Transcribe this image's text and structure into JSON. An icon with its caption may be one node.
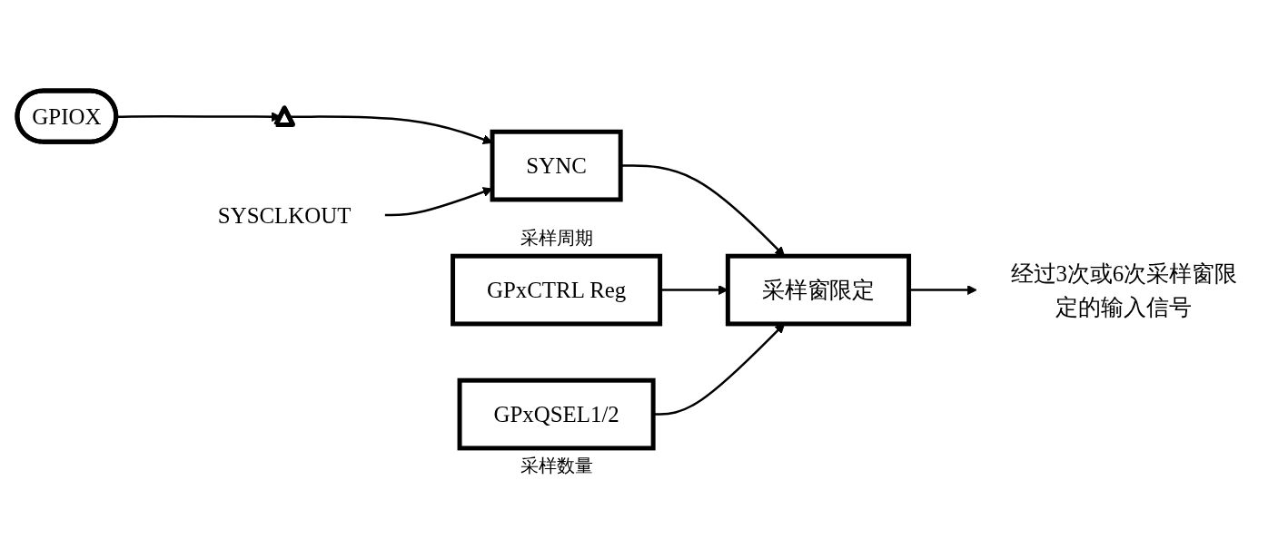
{
  "diagram": {
    "nodes": [
      {
        "text": [
          "GPIOX"
        ]
      },
      {
        "text": [],
        "shape": "triangle"
      },
      {
        "text": [
          "SYNC"
        ]
      },
      {
        "text": [
          "SYSCLKOUT"
        ]
      },
      {
        "text": [
          "GPxCTRL Reg"
        ],
        "beside": [
          "采样周期"
        ]
      },
      {
        "text": [
          "采样窗限定"
        ]
      },
      {
        "text": [
          "GPxQSEL1/2"
        ],
        "beside": [
          "采样数量"
        ]
      },
      {
        "text": [
          "经过3次或6次采样窗限定的输入信号"
        ]
      }
    ],
    "edges": [
      {
        "from": 0,
        "to": 1,
        "arrow": "to"
      },
      {
        "from": 1,
        "to": 2,
        "arrow": "to"
      },
      {
        "from": 3,
        "to": 2,
        "arrow": "to"
      },
      {
        "from": 2,
        "to": 5,
        "arrow": "to"
      },
      {
        "from": 4,
        "to": 5,
        "arrow": "to"
      },
      {
        "from": 6,
        "to": 5,
        "arrow": "to"
      },
      {
        "from": 5,
        "to": 7,
        "arrow": "to"
      }
    ]
  }
}
